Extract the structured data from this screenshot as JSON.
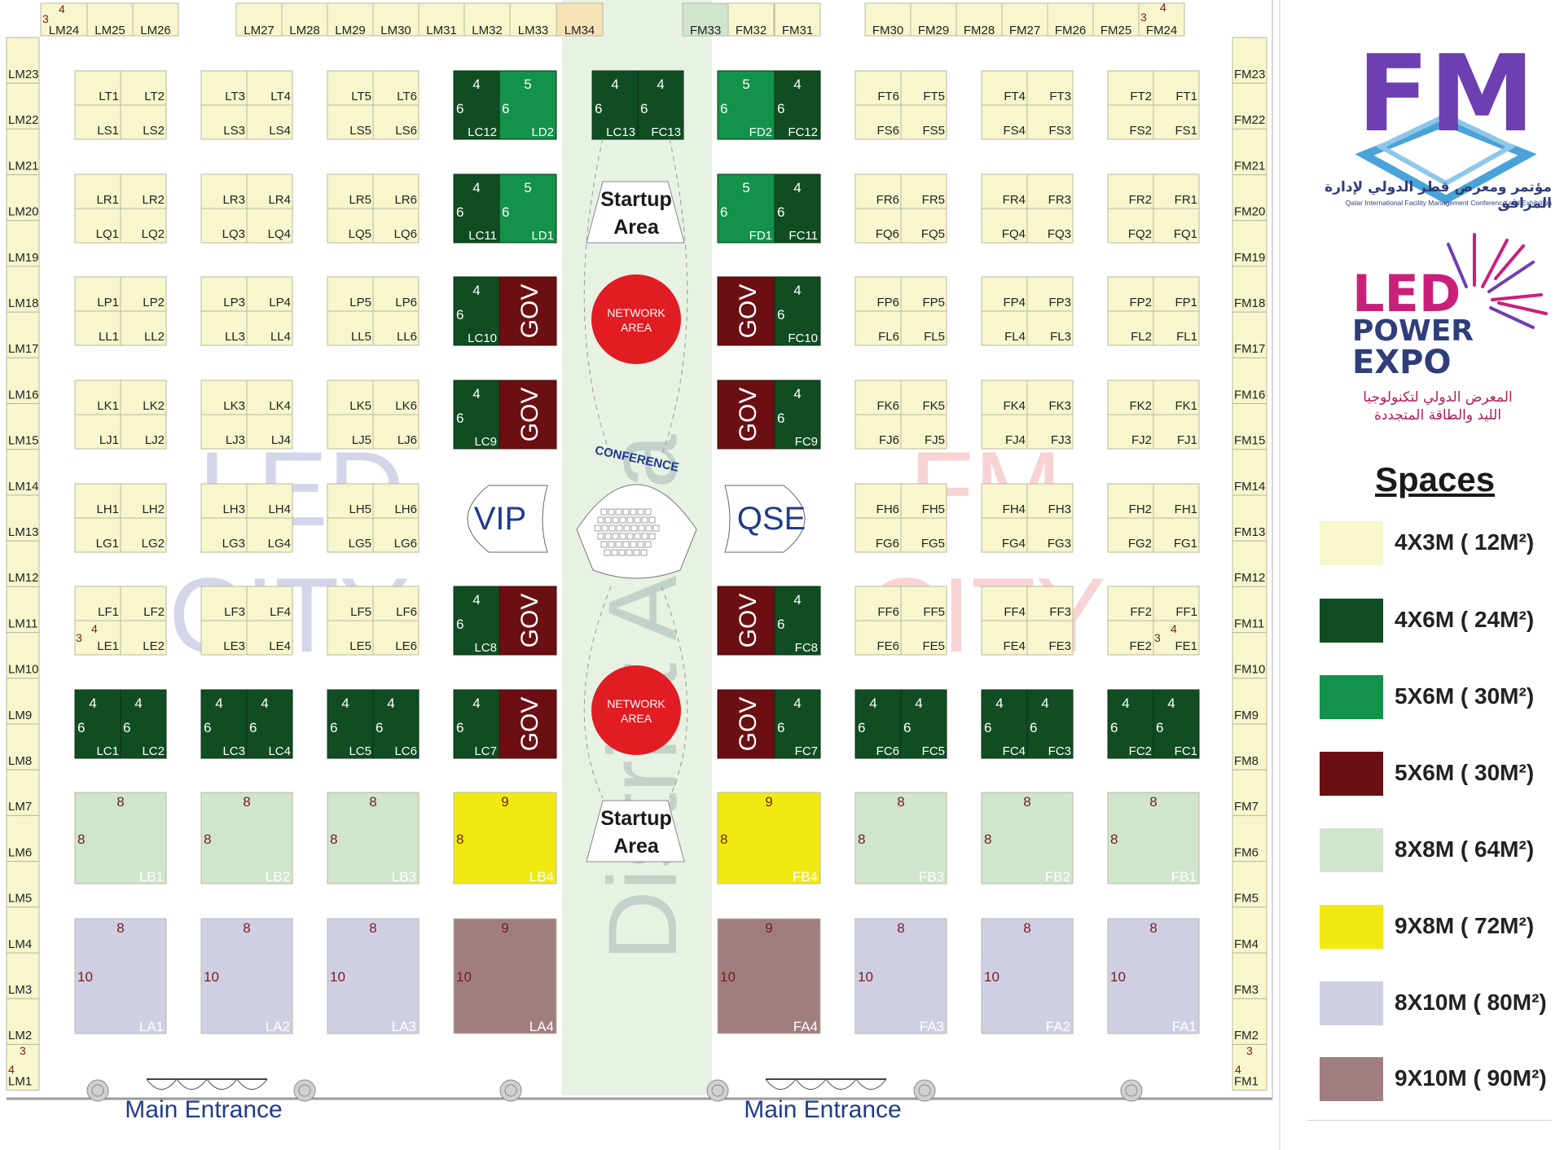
{
  "labels": {
    "lm_top": [
      "LM24",
      "LM25",
      "LM26",
      "LM27",
      "LM28",
      "LM29",
      "LM30",
      "LM31",
      "LM32",
      "LM33",
      "LM34"
    ],
    "fm_top": [
      "FM33",
      "FM32",
      "FM31",
      "FM30",
      "FM29",
      "FM28",
      "FM27",
      "FM26",
      "FM25",
      "FM24"
    ],
    "lm_side": [
      "LM23",
      "LM22",
      "LM21",
      "LM20",
      "LM19",
      "LM18",
      "LM17",
      "LM16",
      "LM15",
      "LM14",
      "LM13",
      "LM12",
      "LM11",
      "LM10",
      "LM9",
      "LM8",
      "LM7",
      "LM6",
      "LM5",
      "LM4",
      "LM3",
      "LM2",
      "LM1"
    ],
    "fm_side": [
      "FM23",
      "FM22",
      "FM21",
      "FM20",
      "FM19",
      "FM18",
      "FM17",
      "FM16",
      "FM15",
      "FM14",
      "FM13",
      "FM12",
      "FM11",
      "FM10",
      "FM9",
      "FM8",
      "FM7",
      "FM6",
      "FM5",
      "FM4",
      "FM3",
      "FM2",
      "FM1"
    ],
    "small_left_pairs": [
      [
        [
          "LT1",
          "LT2"
        ],
        [
          "LS1",
          "LS2"
        ]
      ],
      [
        [
          "LT3",
          "LT4"
        ],
        [
          "LS3",
          "LS4"
        ]
      ],
      [
        [
          "LT5",
          "LT6"
        ],
        [
          "LS5",
          "LS6"
        ]
      ],
      [
        [
          "LR1",
          "LR2"
        ],
        [
          "LQ1",
          "LQ2"
        ]
      ],
      [
        [
          "LR3",
          "LR4"
        ],
        [
          "LQ3",
          "LQ4"
        ]
      ],
      [
        [
          "LR5",
          "LR6"
        ],
        [
          "LQ5",
          "LQ6"
        ]
      ],
      [
        [
          "LP1",
          "LP2"
        ],
        [
          "LL1",
          "LL2"
        ]
      ],
      [
        [
          "LP3",
          "LP4"
        ],
        [
          "LL3",
          "LL4"
        ]
      ],
      [
        [
          "LP5",
          "LP6"
        ],
        [
          "LL5",
          "LL6"
        ]
      ],
      [
        [
          "LK1",
          "LK2"
        ],
        [
          "LJ1",
          "LJ2"
        ]
      ],
      [
        [
          "LK3",
          "LK4"
        ],
        [
          "LJ3",
          "LJ4"
        ]
      ],
      [
        [
          "LK5",
          "LK6"
        ],
        [
          "LJ5",
          "LJ6"
        ]
      ],
      [
        [
          "LH1",
          "LH2"
        ],
        [
          "LG1",
          "LG2"
        ]
      ],
      [
        [
          "LH3",
          "LH4"
        ],
        [
          "LG3",
          "LG4"
        ]
      ],
      [
        [
          "LH5",
          "LH6"
        ],
        [
          "LG5",
          "LG6"
        ]
      ],
      [
        [
          "LF1",
          "LF2"
        ],
        [
          "LE1",
          "LE2"
        ]
      ],
      [
        [
          "LF3",
          "LF4"
        ],
        [
          "LE3",
          "LE4"
        ]
      ],
      [
        [
          "LF5",
          "LF6"
        ],
        [
          "LE5",
          "LE6"
        ]
      ]
    ],
    "small_right_pairs": [
      [
        [
          "FT6",
          "FT5"
        ],
        [
          "FS6",
          "FS5"
        ]
      ],
      [
        [
          "FT4",
          "FT3"
        ],
        [
          "FS4",
          "FS3"
        ]
      ],
      [
        [
          "FT2",
          "FT1"
        ],
        [
          "FS2",
          "FS1"
        ]
      ],
      [
        [
          "FR6",
          "FR5"
        ],
        [
          "FQ6",
          "FQ5"
        ]
      ],
      [
        [
          "FR4",
          "FR3"
        ],
        [
          "FQ4",
          "FQ3"
        ]
      ],
      [
        [
          "FR2",
          "FR1"
        ],
        [
          "FQ2",
          "FQ1"
        ]
      ],
      [
        [
          "FP6",
          "FP5"
        ],
        [
          "FL6",
          "FL5"
        ]
      ],
      [
        [
          "FP4",
          "FP3"
        ],
        [
          "FL4",
          "FL3"
        ]
      ],
      [
        [
          "FP2",
          "FP1"
        ],
        [
          "FL2",
          "FL1"
        ]
      ],
      [
        [
          "FK6",
          "FK5"
        ],
        [
          "FJ6",
          "FJ5"
        ]
      ],
      [
        [
          "FK4",
          "FK3"
        ],
        [
          "FJ4",
          "FJ3"
        ]
      ],
      [
        [
          "FK2",
          "FK1"
        ],
        [
          "FJ2",
          "FJ1"
        ]
      ],
      [
        [
          "FH6",
          "FH5"
        ],
        [
          "FG6",
          "FG5"
        ]
      ],
      [
        [
          "FH4",
          "FH3"
        ],
        [
          "FG4",
          "FG3"
        ]
      ],
      [
        [
          "FH2",
          "FH1"
        ],
        [
          "FG2",
          "FG1"
        ]
      ],
      [
        [
          "FF6",
          "FF5"
        ],
        [
          "FE6",
          "FE5"
        ]
      ],
      [
        [
          "FF4",
          "FF3"
        ],
        [
          "FE4",
          "FE3"
        ]
      ],
      [
        [
          "FF2",
          "FF1"
        ],
        [
          "FE2",
          "FE1"
        ]
      ]
    ],
    "lc_left_row": [
      [
        "LC1",
        "LC2"
      ],
      [
        "LC3",
        "LC4"
      ],
      [
        "LC5",
        "LC6"
      ]
    ],
    "fc_right_row": [
      [
        "FC6",
        "FC5"
      ],
      [
        "FC4",
        "FC3"
      ],
      [
        "FC2",
        "FC1"
      ]
    ],
    "center_left": [
      "LC12",
      "LD2",
      "LC13",
      "LC11",
      "LD1",
      "LC10",
      "LC9",
      "LC8",
      "LC7"
    ],
    "center_right": [
      "FC13",
      "FD2",
      "FC12",
      "FD1",
      "FC11",
      "FC10",
      "FC9",
      "FC8",
      "FC7"
    ],
    "b_left": [
      "LB1",
      "LB2",
      "LB3",
      "LB4"
    ],
    "b_right": [
      "FB4",
      "FB3",
      "FB2",
      "FB1"
    ],
    "a_left": [
      "LA1",
      "LA2",
      "LA3",
      "LA4"
    ],
    "a_right": [
      "FA4",
      "FA3",
      "FA2",
      "FA1"
    ],
    "gov": "GOV",
    "vip": "VIP",
    "qse": "QSE",
    "startup_line1": "Startup",
    "startup_line2": "Area",
    "network_line1": "NETWORK",
    "network_line2": "AREA",
    "district": "District Area",
    "conference": "CONFERENCE",
    "main_entrance": "Main Entrance",
    "led_city_line1": "LED",
    "led_city_line2": "CITY",
    "fm_city_line1": "FM",
    "fm_city_line2": "CITY",
    "dim_4": "4",
    "dim_5": "5",
    "dim_6": "6",
    "dim_8": "8",
    "dim_9": "9",
    "dim_10": "10",
    "dim_3": "3"
  },
  "legend": {
    "title": "Spaces",
    "items": [
      {
        "color": "#f7f6cc",
        "label": "4X3M ( 12M²)"
      },
      {
        "color": "#114d22",
        "label": "4X6M ( 24M²)"
      },
      {
        "color": "#12924a",
        "label": "5X6M ( 30M²)"
      },
      {
        "color": "#6b0f13",
        "label": "5X6M ( 30M²)"
      },
      {
        "color": "#cfe5cc",
        "label": "8X8M ( 64M²)"
      },
      {
        "color": "#f0ea12",
        "label": "9X8M ( 72M²)"
      },
      {
        "color": "#cfcfe3",
        "label": "8X10M ( 80M²)"
      },
      {
        "color": "#a07e80",
        "label": "9X10M ( 90M²)"
      }
    ]
  },
  "logos": {
    "fm_letters": "FM",
    "fm_arabic": "مؤتمر ومعرض قطر الدولي لإدارة المرافق",
    "fm_english": "Qatar International Facility Management Conference and Exhibition",
    "led_line1": "LED",
    "led_line2": "POWER",
    "led_line3": "EXPO",
    "led_arabic1": "المعرض الدولي لتكنولوجيا",
    "led_arabic2": "الليد والطاقة المتجددة"
  },
  "colors": {
    "small": "#f7f6cc",
    "dark_green": "#114d22",
    "mid_green": "#12924a",
    "maroon": "#6b0f13",
    "pale_green": "#cfe5cc",
    "yellow": "#f0ea12",
    "lavender": "#cfcfe3",
    "mauve": "#a07e80",
    "red": "#e11c22",
    "navy": "#1f3b8f"
  }
}
